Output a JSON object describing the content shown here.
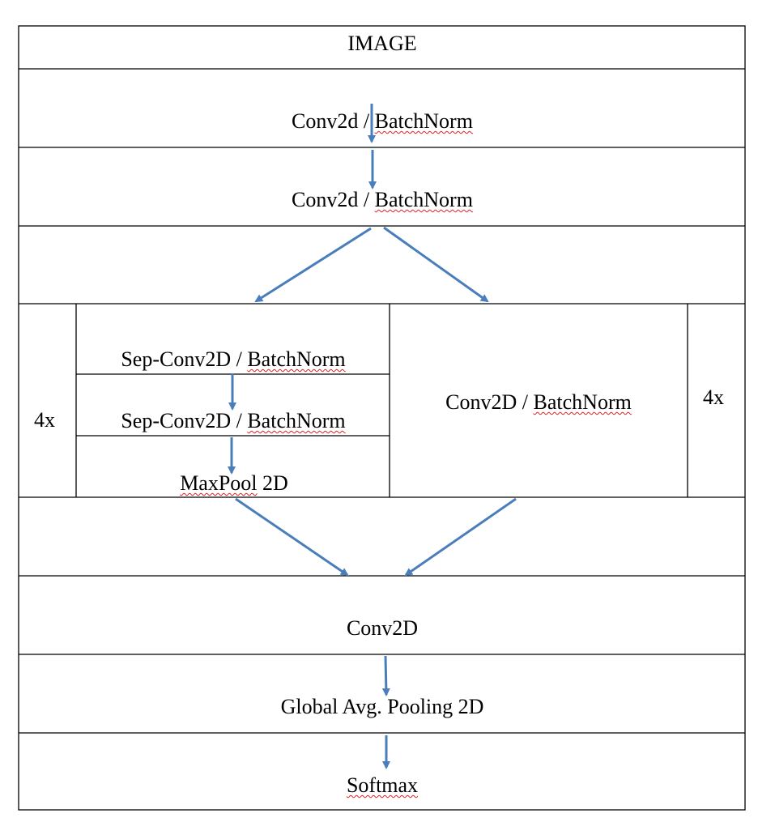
{
  "colors": {
    "arrow": "#4a7ebb",
    "border": "#000000",
    "spellcheck": "#e02020"
  },
  "rows": {
    "image": "IMAGE",
    "conv1": {
      "prefix": "Conv2d / ",
      "norm": "BatchNorm"
    },
    "conv2": {
      "prefix": "Conv2d / ",
      "norm": "BatchNorm"
    },
    "repeat_left": "4x",
    "repeat_right": "4x",
    "sep_conv_1": {
      "prefix": "Sep-Conv2D / ",
      "norm": "BatchNorm"
    },
    "sep_conv_2": {
      "prefix": "Sep-Conv2D / ",
      "norm": "BatchNorm"
    },
    "maxpool": {
      "name": "MaxPool",
      "suffix": " 2D"
    },
    "residual_conv": {
      "prefix": "Conv2D / ",
      "norm": "BatchNorm"
    },
    "conv_final": "Conv2D",
    "global_pool": "Global Avg. Pooling 2D",
    "softmax": "Softmax"
  }
}
